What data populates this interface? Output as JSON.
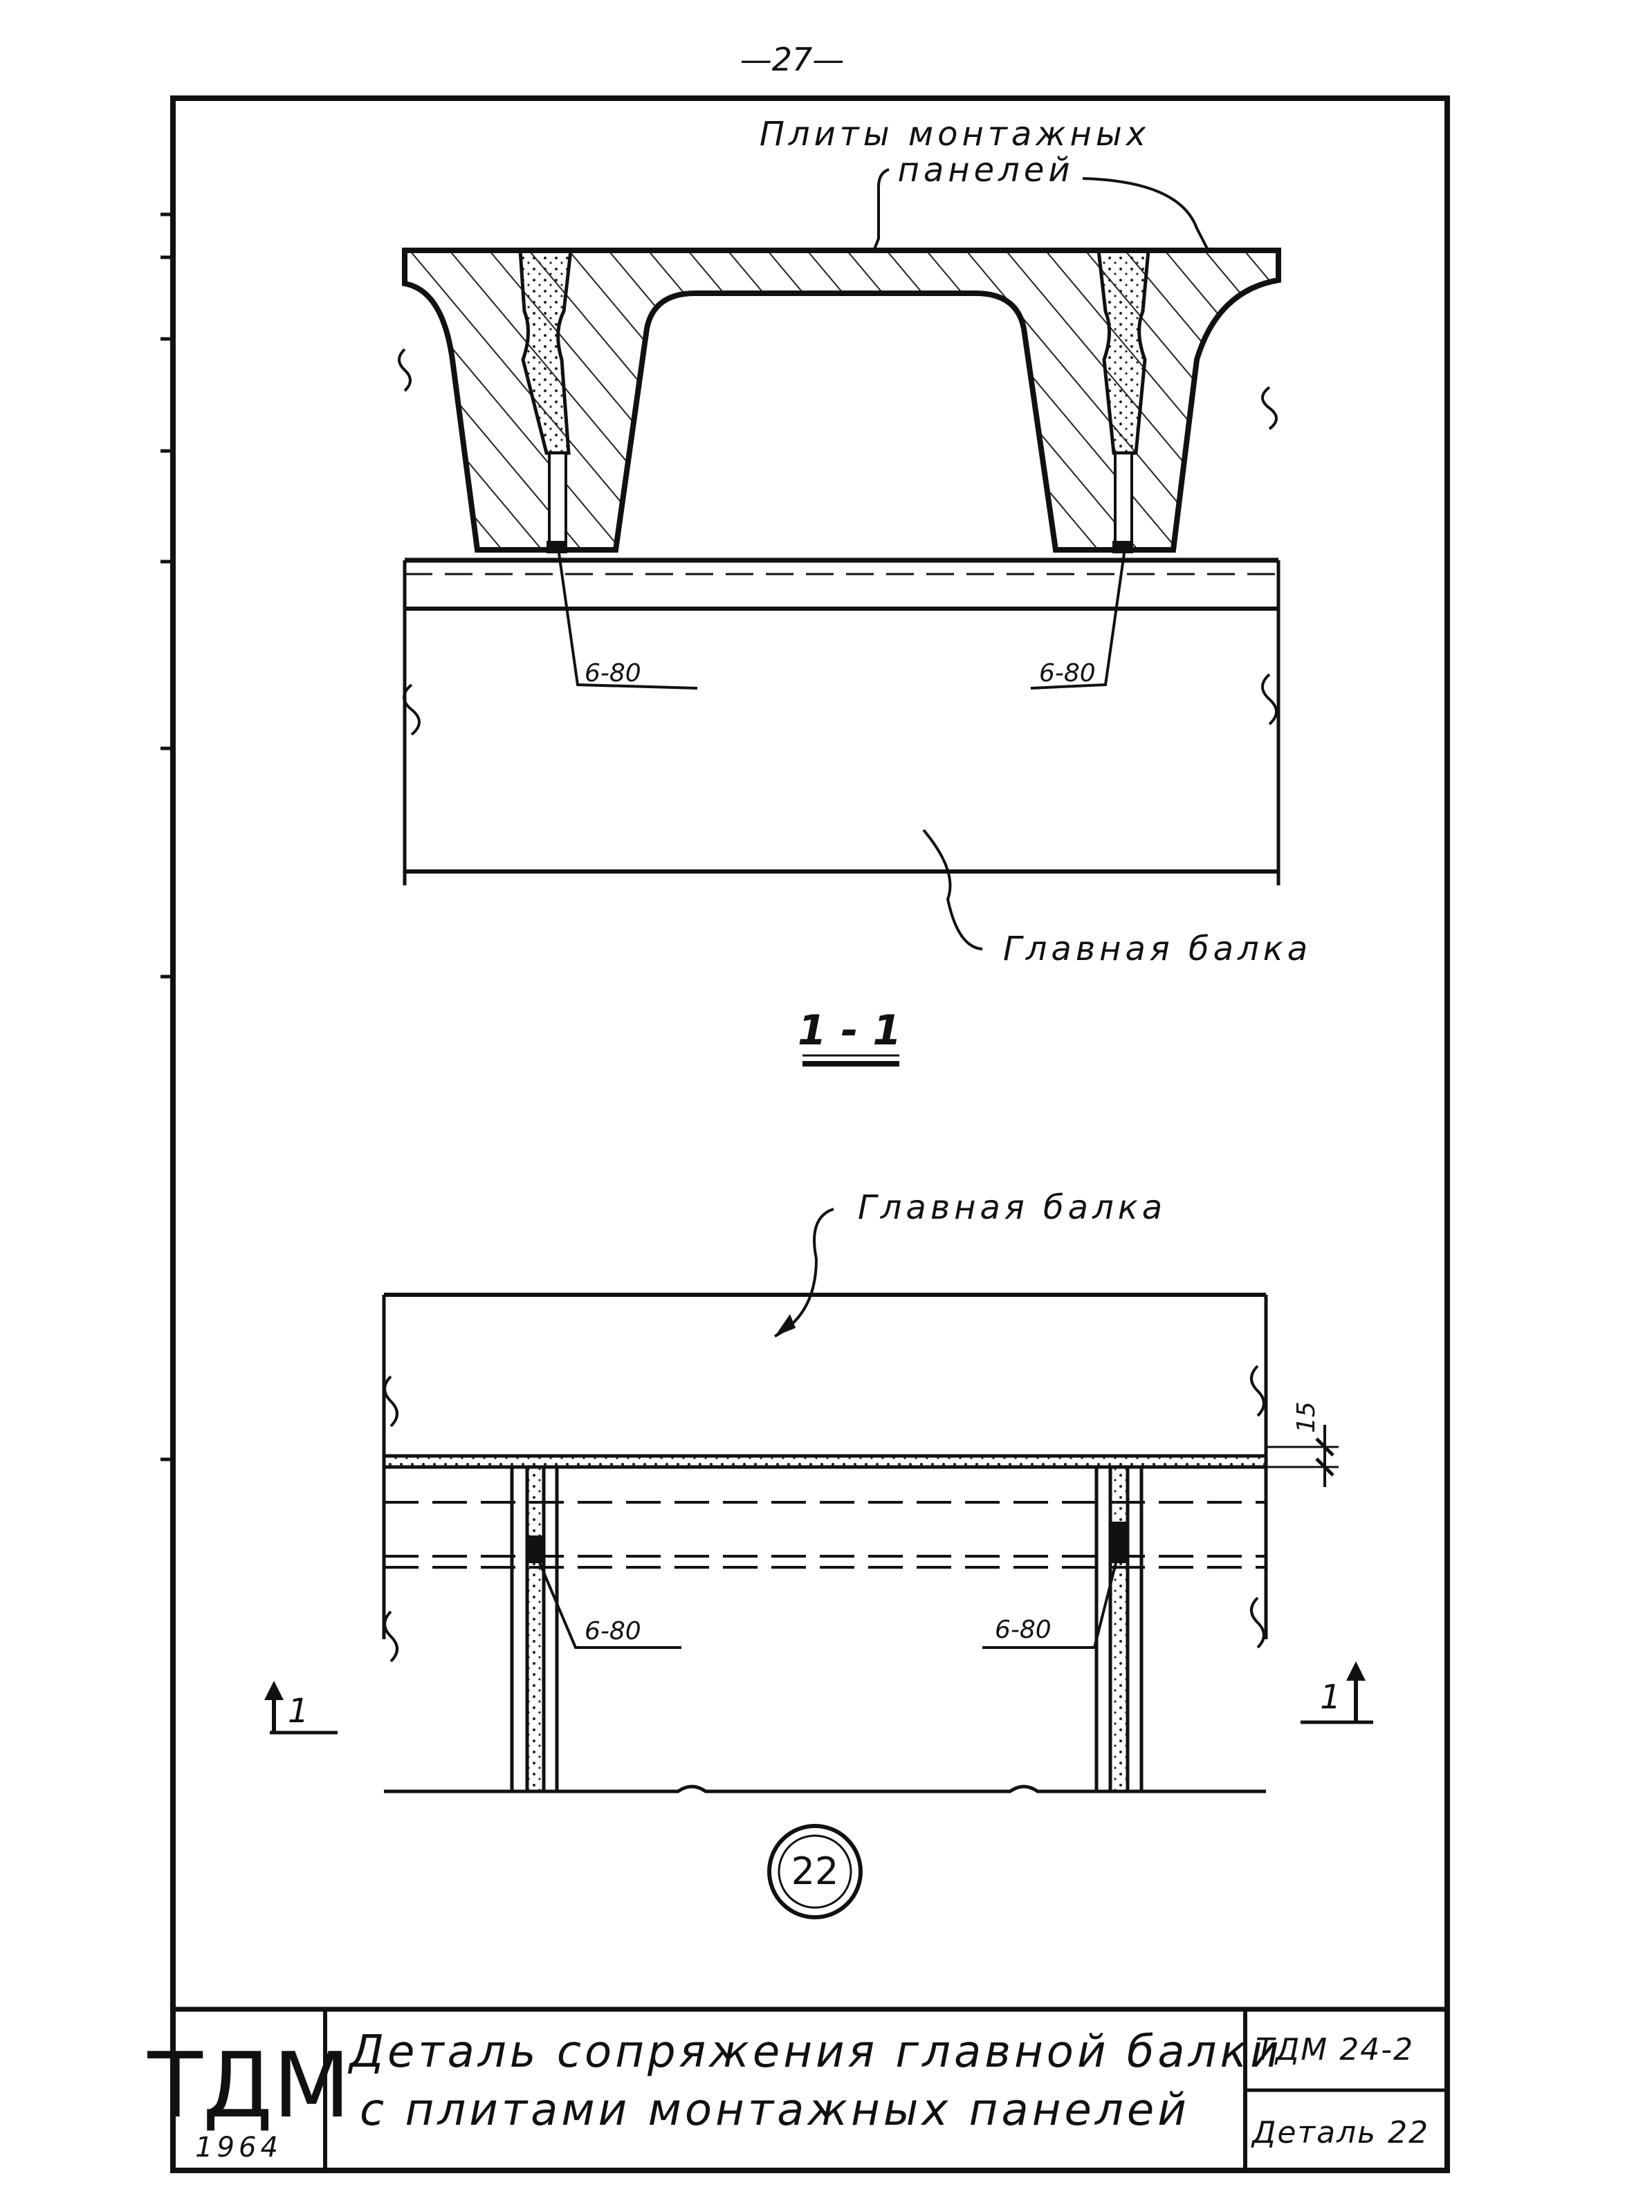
{
  "page_number": "—27—",
  "section_top": {
    "label_plates_line1": "Плиты монтажных",
    "label_plates_line2": "панелей",
    "weld_left": "6-80",
    "weld_right": "6-80",
    "label_main_beam": "Главная балка",
    "section_mark": "1 - 1"
  },
  "plan_bottom": {
    "label_main_beam": "Главная балка",
    "dimension": "15",
    "weld_left": "6-80",
    "weld_right": "6-80",
    "cut_mark_left": "1",
    "cut_mark_right": "1"
  },
  "detail_number": "22",
  "title_block": {
    "logo": "ТДМ",
    "year": "1964",
    "title_line1": "Деталь сопряжения главной балки",
    "title_line2": "с плитами монтажных панелей",
    "series_code": "ТДМ 24-2",
    "sheet_label": "Деталь 22"
  }
}
